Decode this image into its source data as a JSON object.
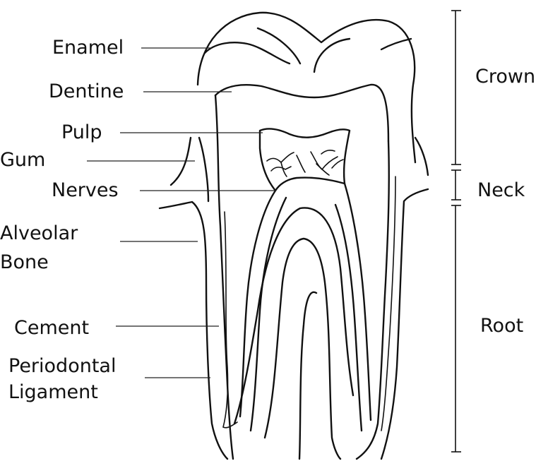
{
  "labels": {
    "enamel": "Enamel",
    "dentine": "Dentine",
    "pulp": "Pulp",
    "gum": "Gum",
    "nerves": "Nerves",
    "alveolar_bone_line1": "Alveolar",
    "alveolar_bone_line2": "Bone",
    "cement": "Cement",
    "periodontal_ligament_line1": "Periodontal",
    "periodontal_ligament_line2": "Ligament"
  },
  "regions": {
    "crown": "Crown",
    "neck": "Neck",
    "root": "Root"
  }
}
